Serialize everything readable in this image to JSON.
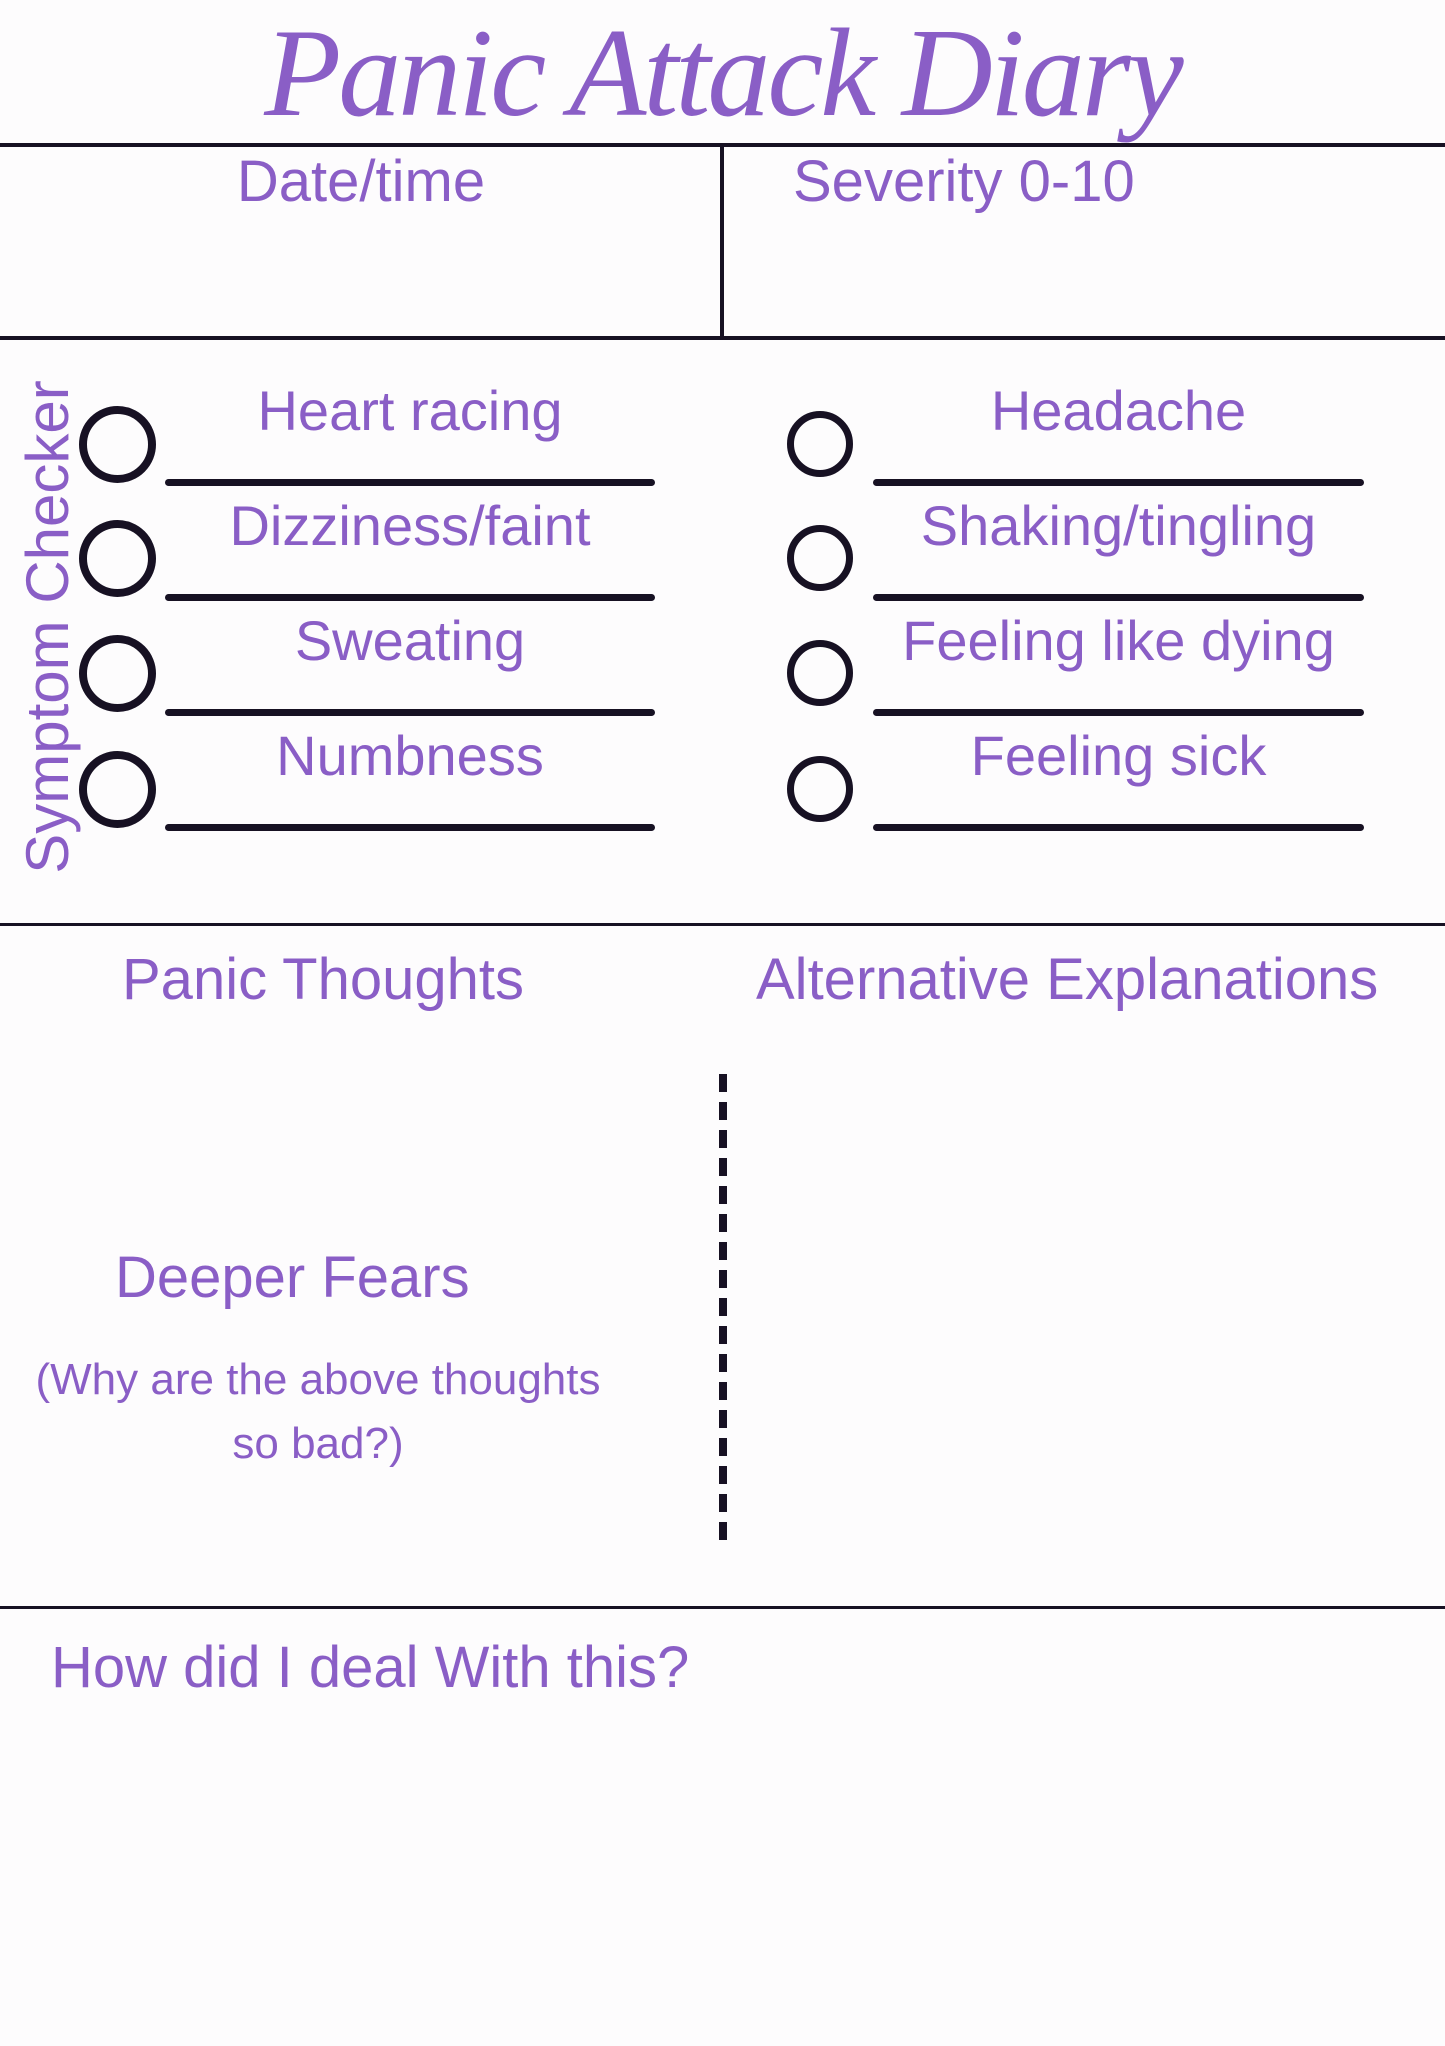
{
  "page": {
    "title": "Panic Attack Diary",
    "accent_purple": "#8a5ec6",
    "ink_black": "#171123",
    "background": "#fdfcfd"
  },
  "log_row": {
    "date_label": "Date/time",
    "severity_label": "Severity 0-10"
  },
  "symptom_checker": {
    "section_label": "Symptom Checker",
    "left": [
      {
        "label": "Heart racing"
      },
      {
        "label": "Dizziness/faint"
      },
      {
        "label": "Sweating"
      },
      {
        "label": "Numbness"
      }
    ],
    "right": [
      {
        "label": "Headache"
      },
      {
        "label": "Shaking/tingling"
      },
      {
        "label": "Feeling like dying"
      },
      {
        "label": "Feeling sick"
      }
    ]
  },
  "thoughts": {
    "panic_label": "Panic Thoughts",
    "alternative_label": "Alternative Explanations",
    "deeper_fears": {
      "title": "Deeper Fears",
      "subtitle_line1": "(Why are the above thoughts",
      "subtitle_line2": "so bad?)"
    }
  },
  "coping": {
    "question": "How did I deal With this?"
  }
}
